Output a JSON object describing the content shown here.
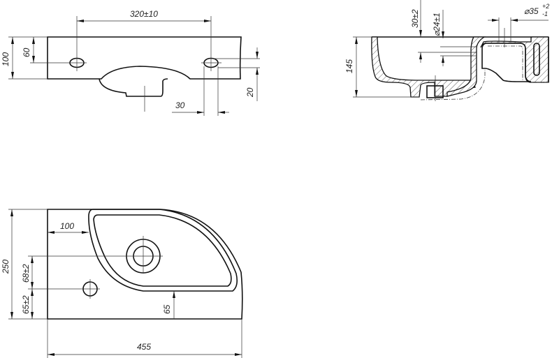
{
  "drawing": {
    "type": "technical drawing - corner washbasin",
    "views": {
      "front": {
        "dimensions": {
          "tap_hole_spacing": "320±10",
          "height_total": "100",
          "hole_height": "60",
          "hole_offset": "20",
          "hole_width": "30"
        }
      },
      "section": {
        "dimensions": {
          "height": "145",
          "overflow_depth": "30±2",
          "overflow_diameter": "⌀24±1",
          "drain_diameter_base": "⌀35",
          "drain_tol_upper": "+2",
          "drain_tol_lower": "-1"
        }
      },
      "plan": {
        "dimensions": {
          "depth": "250",
          "bowl_offset_left": "100",
          "drain_from_hole": "68±2",
          "hole_from_front": "65±2",
          "bowl_front_margin": "65",
          "width": "455"
        }
      }
    }
  }
}
